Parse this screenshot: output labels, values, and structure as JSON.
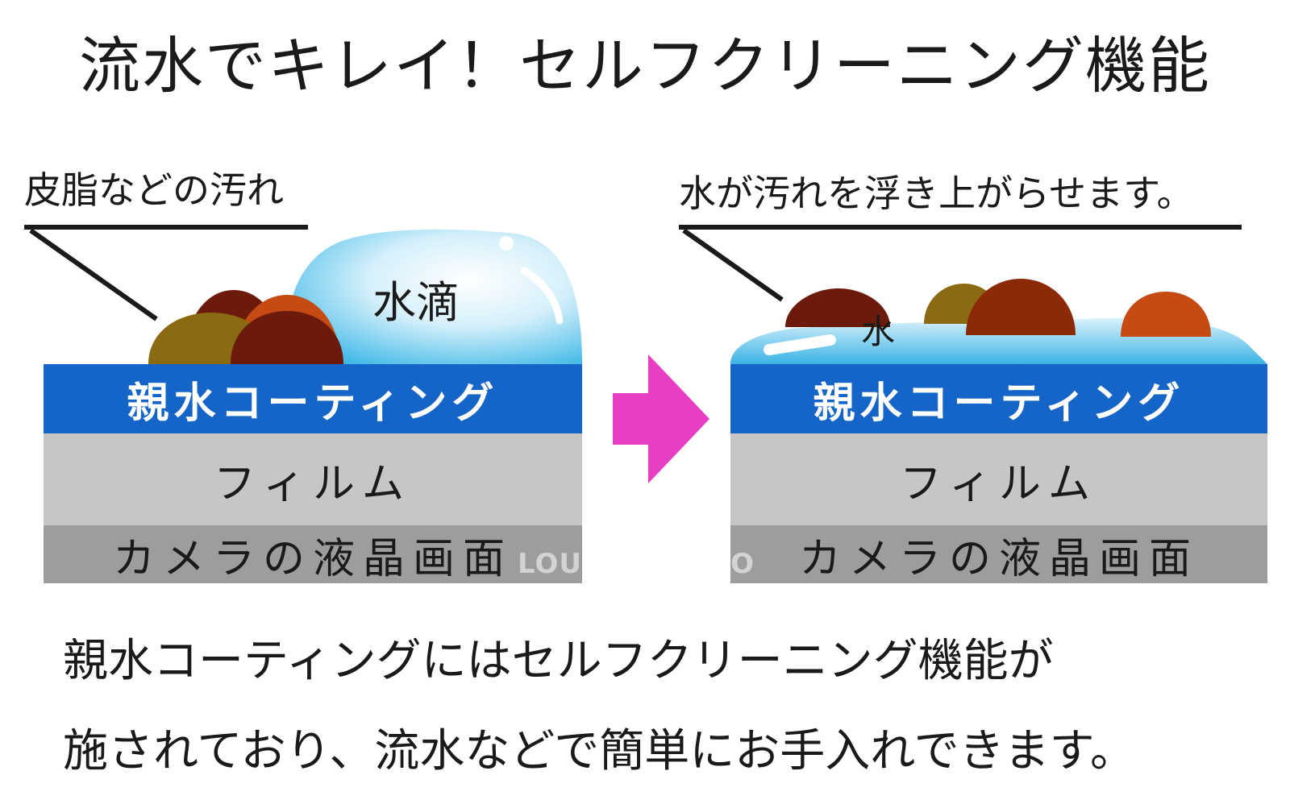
{
  "title": "流水でキレイ！セルフクリーニング機能",
  "left_panel": {
    "callout": "皮脂などの汚れ",
    "droplet_label": "水滴",
    "layers": {
      "coating": "親水コーティング",
      "film": "フィルム",
      "lcd": "カメラの液晶画面"
    }
  },
  "right_panel": {
    "callout": "水が汚れを浮き上がらせます。",
    "water_mark": "水",
    "layers": {
      "coating": "親水コーティング",
      "film": "フィルム",
      "lcd": "カメラの液晶画面"
    }
  },
  "watermark": "LOUPE STUDIO",
  "description": {
    "line1": "親水コーティングにはセルフクリーニング機能が",
    "line2": "施されており、流水などで簡単にお手入れできます。"
  },
  "colors": {
    "coating": "#1565c8",
    "film": "#c6c6c6",
    "lcd": "#9d9d9d",
    "arrow": "#e83ec6",
    "water": "#8fd4f0",
    "dirt_dark": "#6b1a0c",
    "dirt_olive": "#8a6a12",
    "dirt_orange": "#c54a14"
  }
}
